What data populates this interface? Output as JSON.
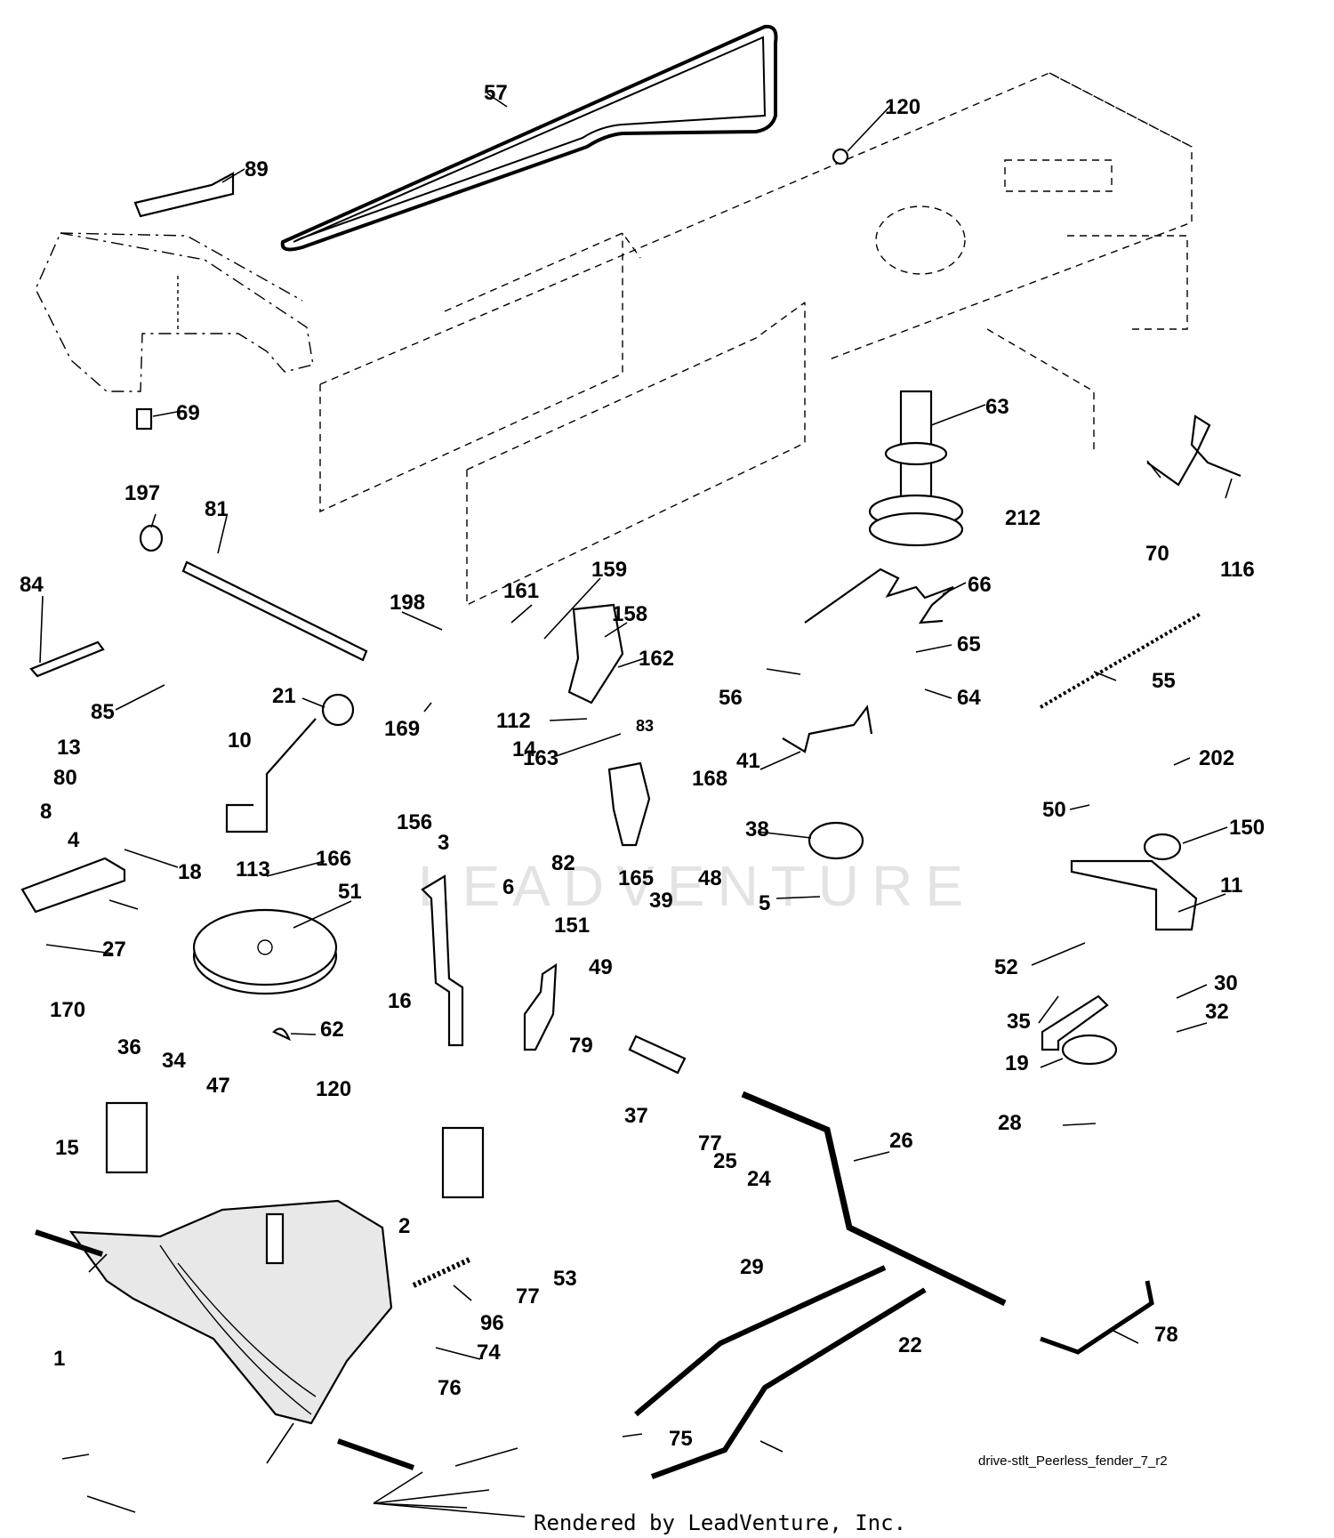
{
  "watermark": "LEADVENTURE",
  "footer": {
    "drawing_id": "drive-stlt_Peerless_fender_7_r2",
    "rendered_by": "Rendered by LeadVenture, Inc."
  },
  "callouts": [
    "57",
    "120",
    "89",
    "69",
    "63",
    "212",
    "70",
    "116",
    "66",
    "197",
    "81",
    "84",
    "85",
    "198",
    "161",
    "159",
    "158",
    "162",
    "21",
    "169",
    "10",
    "56",
    "65",
    "64",
    "55",
    "112",
    "14",
    "163",
    "13",
    "83",
    "41",
    "202",
    "168",
    "82",
    "165",
    "38",
    "150",
    "50",
    "80",
    "8",
    "4",
    "18",
    "113",
    "166",
    "156",
    "3",
    "48",
    "39",
    "51",
    "11",
    "5",
    "6",
    "27",
    "151",
    "16",
    "79",
    "49",
    "52",
    "30",
    "32",
    "170",
    "62",
    "35",
    "36",
    "34",
    "47",
    "120",
    "37",
    "77",
    "25",
    "24",
    "19",
    "28",
    "26",
    "15",
    "2",
    "53",
    "77",
    "29",
    "22",
    "96",
    "1",
    "74",
    "78",
    "76",
    "75"
  ]
}
